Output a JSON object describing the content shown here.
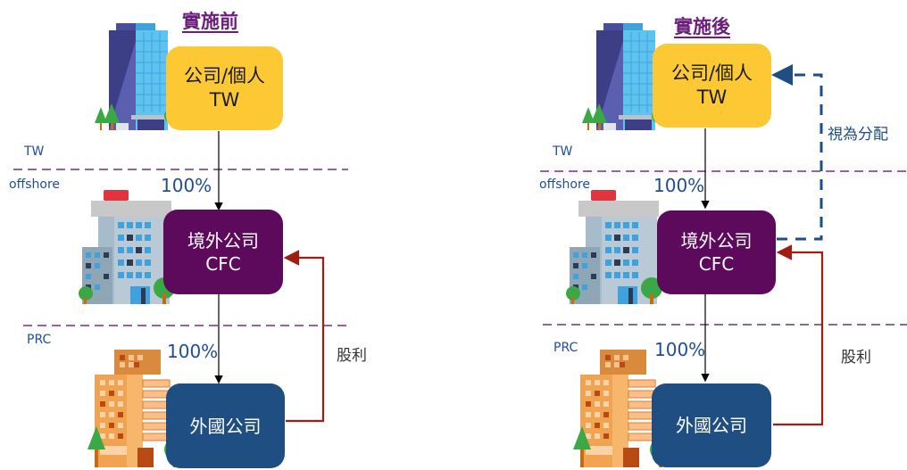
{
  "panels": [
    {
      "title": "實施前",
      "tw_entity": {
        "line1": "公司/個人",
        "line2": "TW"
      },
      "cfc_entity": {
        "line1": "境外公司",
        "line2": "CFC"
      },
      "foreign_entity": {
        "line1": "外國公司"
      },
      "regions": {
        "tw": "TW",
        "offshore": "offshore",
        "prc": "PRC"
      },
      "ownership": [
        "100%",
        "100%"
      ],
      "dividend_label": "股利"
    },
    {
      "title": "實施後",
      "tw_entity": {
        "line1": "公司/個人",
        "line2": "TW"
      },
      "cfc_entity": {
        "line1": "境外公司",
        "line2": "CFC"
      },
      "foreign_entity": {
        "line1": "外國公司"
      },
      "regions": {
        "tw": "TW",
        "offshore": "offshore",
        "prc": "PRC"
      },
      "ownership": [
        "100%",
        "100%"
      ],
      "dividend_label": "股利",
      "deemed_distribution_label": "視為分配"
    }
  ],
  "colors": {
    "tw_box": "#fcc935",
    "cfc_box": "#5d0a5d",
    "foreign_box": "#1e4e82",
    "dividend_arrow": "#a11d12",
    "deemed_arrow": "#1f4e82",
    "boundary_line": "#7a2a86",
    "title": "#6b1f7a"
  }
}
